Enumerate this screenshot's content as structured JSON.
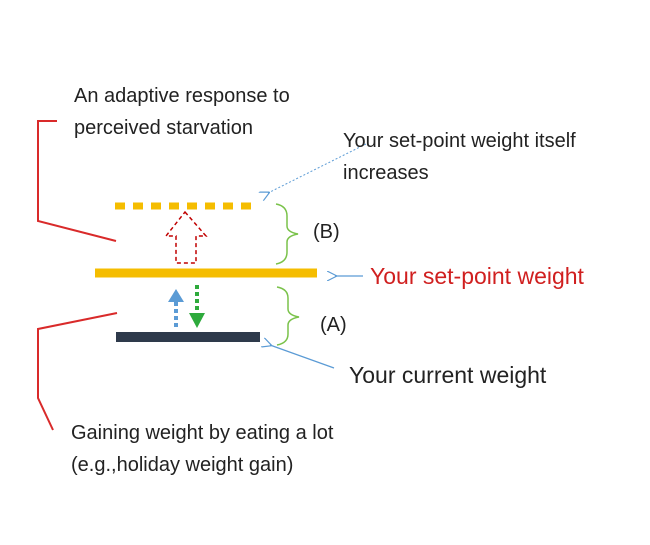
{
  "labels": {
    "adaptive_line1": "An adaptive response to",
    "adaptive_line2": "perceived starvation",
    "setpoint_increase_line1": "Your set-point weight  itself",
    "setpoint_increase_line2": "increases",
    "label_b": "(B)",
    "label_a": "(A)",
    "setpoint": "Your set-point weight",
    "current": "Your current weight",
    "gaining_line1": "Gaining weight by eating a lot",
    "gaining_line2": "(e.g.,holiday weight gain)"
  },
  "colors": {
    "setpoint_line": "#f5bd00",
    "current_line": "#2e3a4b",
    "bracket_red": "#d92a2a",
    "pointer_blue": "#5b9bd5",
    "arrow_up_blue": "#5b9bd5",
    "arrow_down_green": "#2eaa3c",
    "hollow_arrow_red": "#c00000",
    "setpoint_text": "#d01f1f"
  }
}
